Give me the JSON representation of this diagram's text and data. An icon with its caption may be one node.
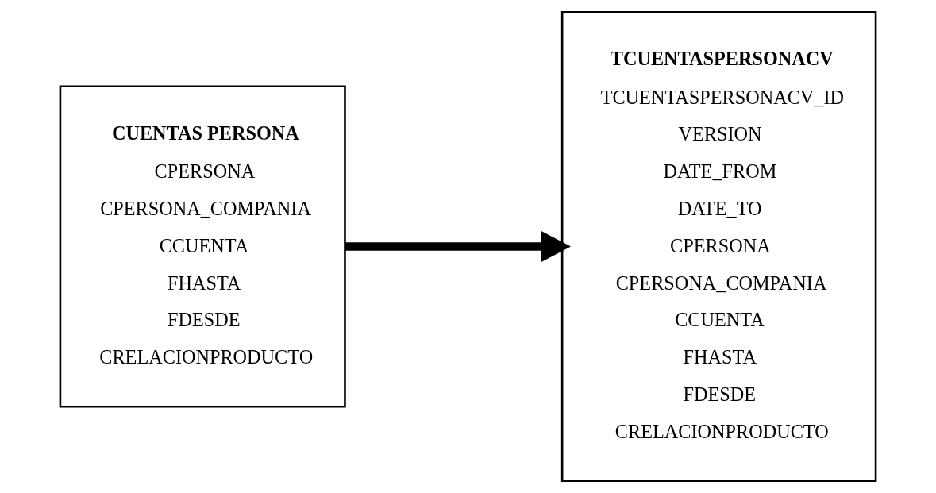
{
  "diagram": {
    "nodes": [
      {
        "text": [
          "CUENTAS PERSONA",
          "CPERSONA",
          "CPERSONA_COMPANIA",
          "CCUENTA",
          "FHASTA",
          "FDESDE",
          "CRELACIONPRODUCTO"
        ]
      },
      {
        "text": [
          "TCUENTASPERSONACV",
          "TCUENTASPERSONACV_ID",
          "VERSION",
          "DATE_FROM",
          "DATE_TO",
          "CPERSONA",
          "CPERSONA_COMPANIA",
          "CCUENTA",
          "FHASTA",
          "FDESDE",
          "CRELACIONPRODUCTO"
        ]
      }
    ],
    "edges": [
      {
        "from": 0,
        "to": 1,
        "arrow": "to"
      }
    ]
  }
}
